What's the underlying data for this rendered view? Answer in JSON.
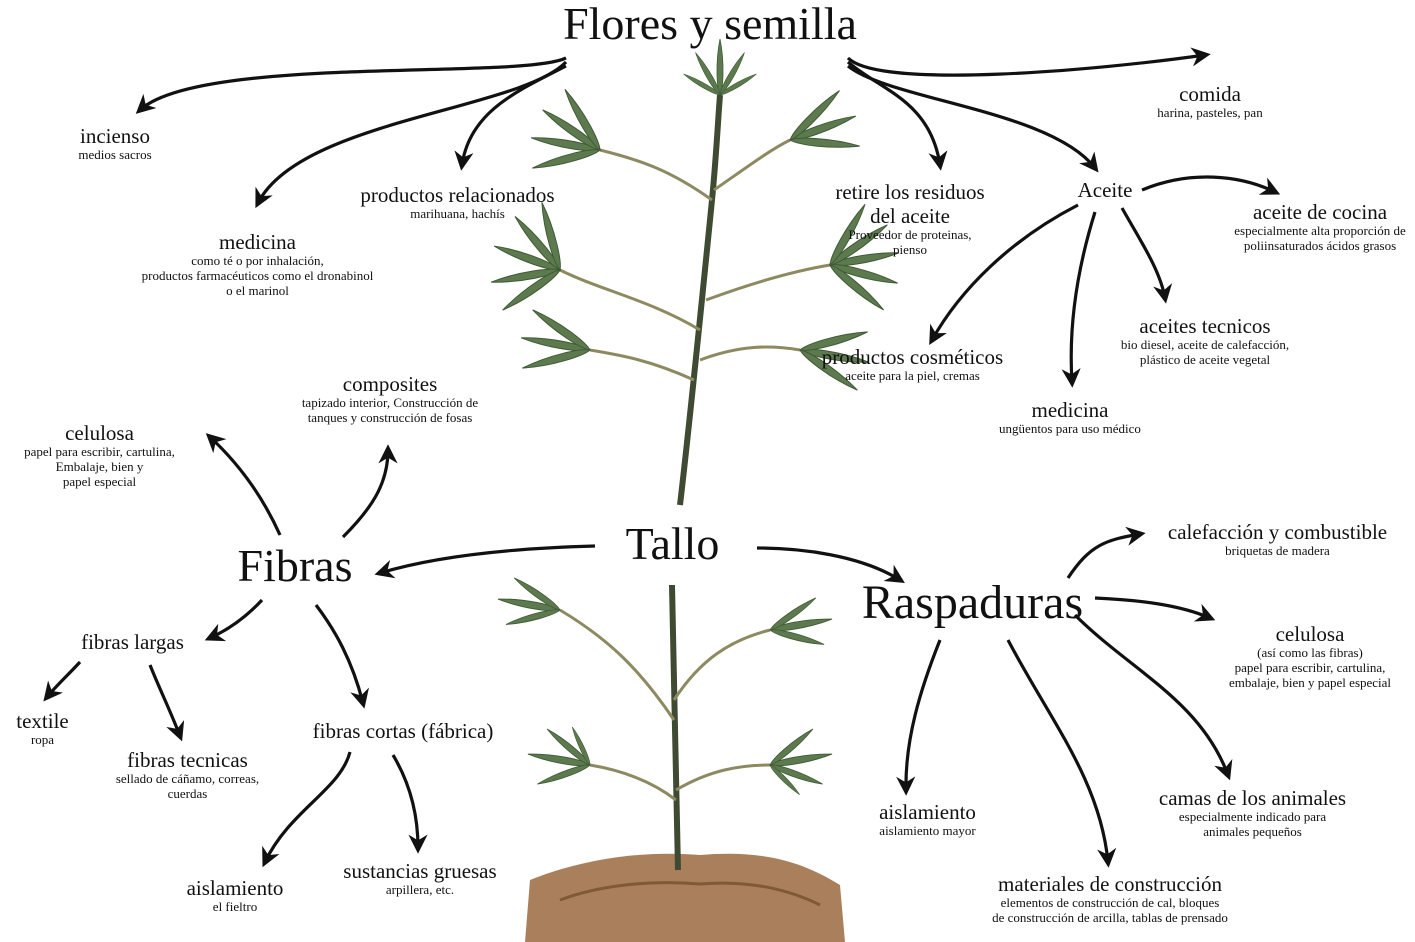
{
  "colors": {
    "ink": "#111111",
    "leaf": "#5d7a4f",
    "leaf_dark": "#3f5a36",
    "stem": "#4a5a3a",
    "soil": "#9a6a3e"
  },
  "icons": {
    "plant": "hemp-plant-illustration"
  },
  "hubs": {
    "flores": "Flores y semilla",
    "tallo": "Tallo",
    "fibras": "Fibras",
    "raspaduras": "Raspaduras"
  },
  "flores_items": {
    "incienso": {
      "title": "incienso",
      "sub": [
        "medios sacros"
      ]
    },
    "medicina": {
      "title": "medicina",
      "sub": [
        "como té o por inhalación,",
        "productos farmacéuticos como el dronabinol",
        "o el marinol"
      ]
    },
    "productos_relacionados": {
      "title": "productos relacionados",
      "sub": [
        "marihuana, hachís"
      ]
    },
    "retire": {
      "title": [
        "retire los residuos",
        "del aceite"
      ],
      "sub": [
        "Proveedor de proteinas,",
        "pienso"
      ]
    },
    "comida": {
      "title": "comida",
      "sub": [
        "harina, pasteles, pan"
      ]
    },
    "aceite": {
      "title": "Aceite"
    }
  },
  "aceite_items": {
    "cocina": {
      "title": "aceite de cocina",
      "sub": [
        "especialmente alta proporción de",
        "poliinsaturados ácidos grasos"
      ]
    },
    "tecnicos": {
      "title": "aceites tecnicos",
      "sub": [
        "bio diesel, aceite de calefacción,",
        "plástico de aceite vegetal"
      ]
    },
    "cosmeticos": {
      "title": "productos cosméticos",
      "sub": [
        "aceite para la piel, cremas"
      ]
    },
    "medicina": {
      "title": "medicina",
      "sub": [
        "ungüentos para uso médico"
      ]
    }
  },
  "fibras_items": {
    "celulosa": {
      "title": "celulosa",
      "sub": [
        "papel para escribir, cartulina,",
        "Embalaje, bien y",
        "papel especial"
      ]
    },
    "composites": {
      "title": "composites",
      "sub": [
        "tapizado interior, Construcción de",
        "tanques y construcción de fosas"
      ]
    },
    "largas": {
      "title": "fibras largas"
    },
    "textile": {
      "title": "textile",
      "sub": [
        "ropa"
      ]
    },
    "tecnicas": {
      "title": "fibras tecnicas",
      "sub": [
        "sellado de cáñamo, correas,",
        "cuerdas"
      ]
    },
    "cortas": {
      "title": "fibras cortas (fábrica)"
    },
    "aislamiento": {
      "title": "aislamiento",
      "sub": [
        "el fieltro"
      ]
    },
    "gruesas": {
      "title": "sustancias gruesas",
      "sub": [
        "arpillera, etc."
      ]
    }
  },
  "raspaduras_items": {
    "calefaccion": {
      "title": "calefacción y combustible",
      "sub": [
        "briquetas de madera"
      ]
    },
    "celulosa": {
      "title": "celulosa",
      "sub": [
        "(así como las fibras)",
        "papel para escribir, cartulina,",
        "embalaje, bien y papel especial"
      ]
    },
    "camas": {
      "title": "camas de los animales",
      "sub": [
        "especialmente indicado para",
        "animales pequeños"
      ]
    },
    "materiales": {
      "title": "materiales de construcción",
      "sub": [
        "elementos de construcción de cal, bloques",
        "de construcción de arcilla, tablas de prensado"
      ]
    },
    "aislamiento": {
      "title": "aislamiento",
      "sub": [
        "aislamiento mayor"
      ]
    }
  }
}
